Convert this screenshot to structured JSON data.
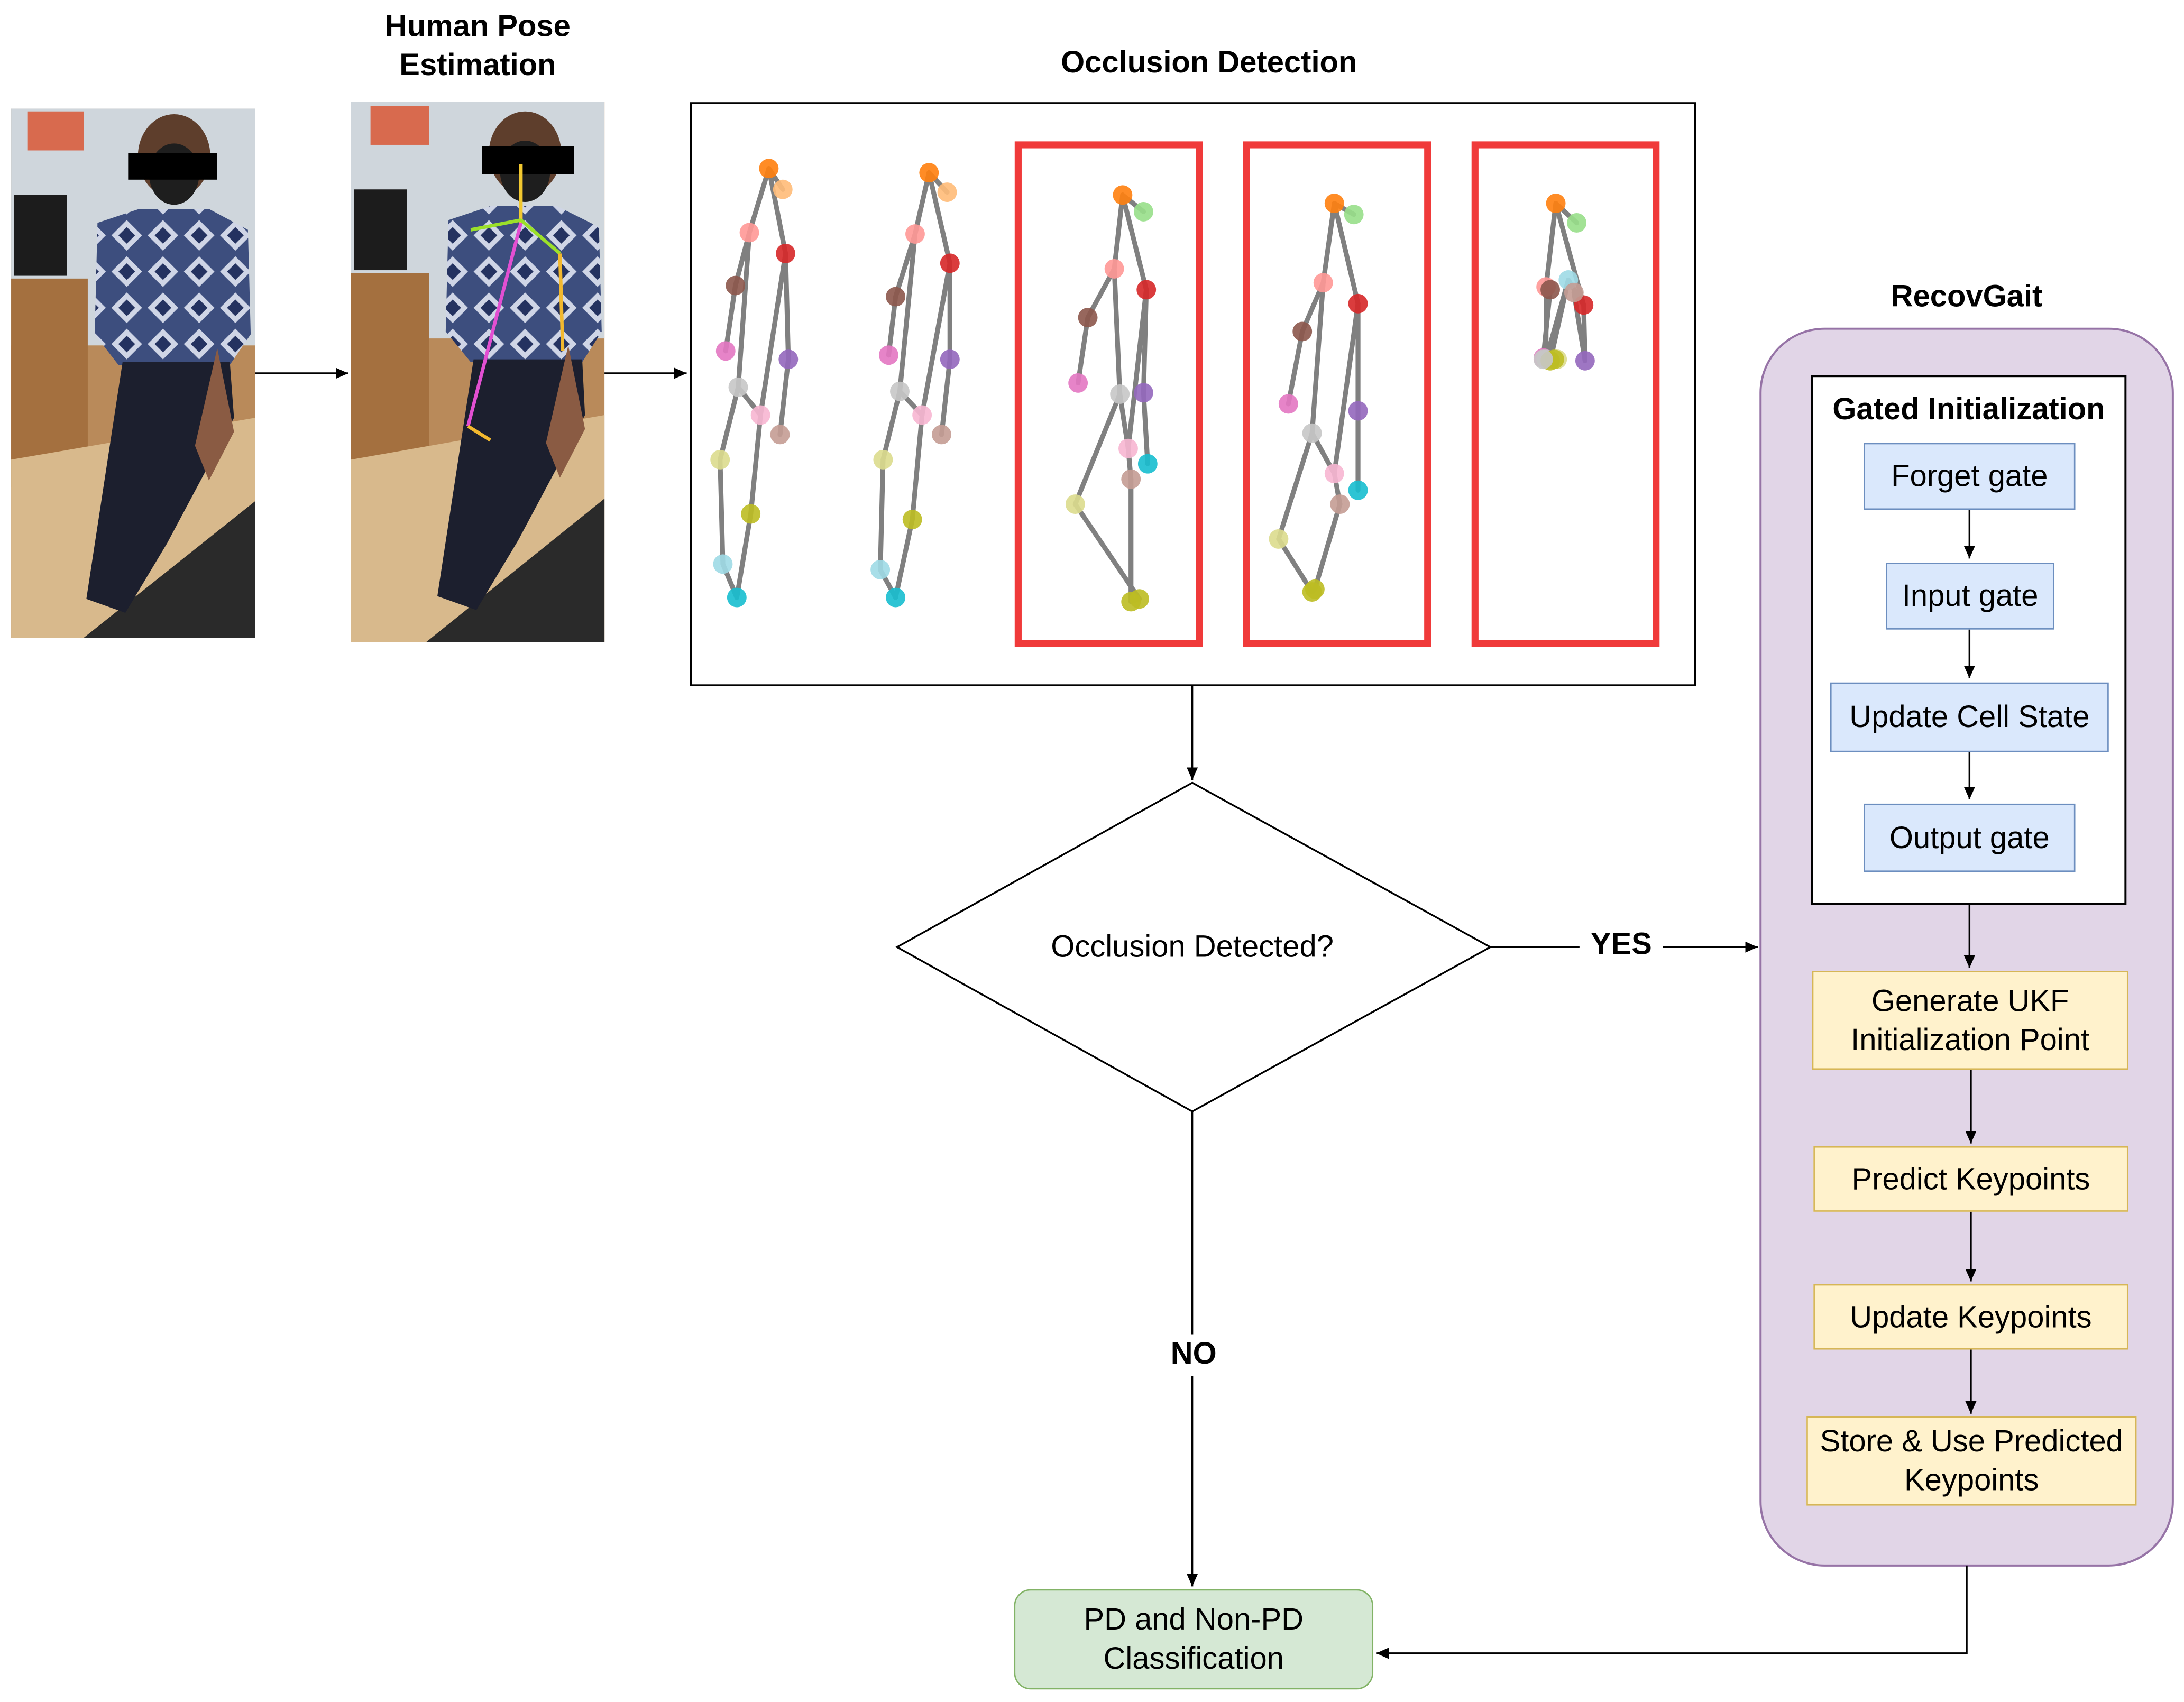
{
  "titles": {
    "pose_estimation": "Human Pose\nEstimation",
    "occlusion_detection": "Occlusion Detection",
    "recovgait": "RecovGait",
    "gated_initialization": "Gated Initialization"
  },
  "decision": {
    "question": "Occlusion Detected?",
    "yes_label": "YES",
    "no_label": "NO"
  },
  "gates": [
    "Forget gate",
    "Input gate",
    "Update Cell State",
    "Output gate"
  ],
  "recovgait_steps": [
    "Generate UKF\nInitialization Point",
    "Predict Keypoints",
    "Update Keypoints",
    "Store & Use Predicted\nKeypoints"
  ],
  "output": "PD and Non-PD\nClassification",
  "colors": {
    "gate_fill": "#dae8fc",
    "gate_border": "#6c8ebf",
    "step_fill": "#fff2cc",
    "step_border": "#d6b656",
    "output_fill": "#d5e8d4",
    "output_border": "#82b366",
    "recovgait_fill": "#e1d5e7",
    "recovgait_border": "#9673a6",
    "occlusion_frame": "#f03a3a"
  }
}
